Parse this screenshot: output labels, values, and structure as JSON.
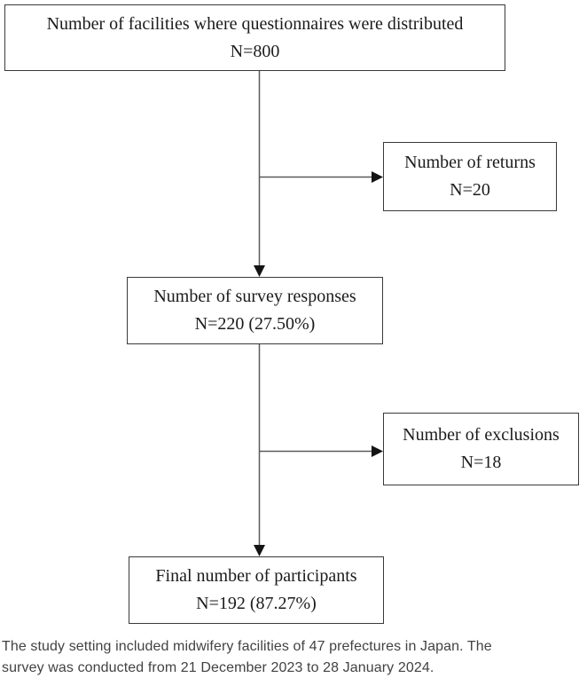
{
  "flowchart": {
    "nodes": [
      {
        "id": "distributed",
        "label": "Number of facilities where questionnaires were distributed",
        "value": "N=800"
      },
      {
        "id": "returns",
        "label": "Number of returns",
        "value": "N=20"
      },
      {
        "id": "responses",
        "label": "Number of survey responses",
        "value": "N=220 (27.50%)"
      },
      {
        "id": "exclusions",
        "label": "Number of exclusions",
        "value": "N=18"
      },
      {
        "id": "final",
        "label": "Final number of participants",
        "value": "N=192 (87.27%)"
      }
    ],
    "line_color": "#5a5a5a",
    "arrow_color": "#141414",
    "box_border_color": "#3a3a3a"
  },
  "caption": {
    "line1": "The study setting included midwifery facilities of 47 prefectures in Japan. The",
    "line2": "survey was conducted from 21 December 2023 to 28 January 2024."
  }
}
